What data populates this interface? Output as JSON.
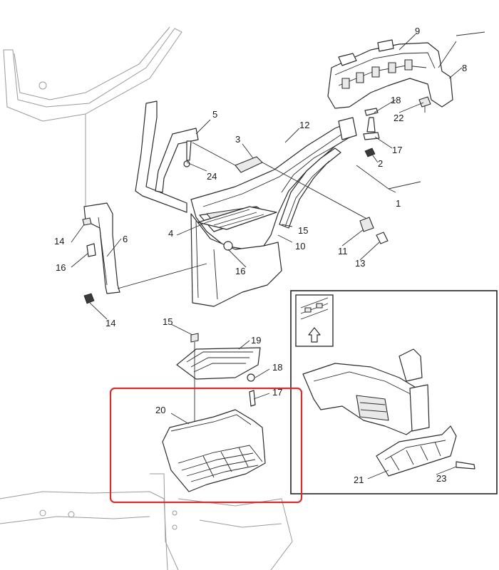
{
  "callouts": {
    "c1": "1",
    "c2": "2",
    "c3": "3",
    "c4": "4",
    "c5": "5",
    "c6": "6",
    "c8": "8",
    "c9": "9",
    "c10": "10",
    "c11": "11",
    "c12": "12",
    "c13": "13",
    "c14a": "14",
    "c14b": "14",
    "c15a": "15",
    "c15b": "15",
    "c16a": "16",
    "c16b": "16",
    "c17a": "17",
    "c17b": "17",
    "c18a": "18",
    "c18b": "18",
    "c19": "19",
    "c20": "20",
    "c21": "21",
    "c22": "22",
    "c23": "23",
    "c24": "24"
  },
  "highlight": {
    "color": "#d32f2f",
    "target_part": "20"
  },
  "inset": {
    "icon": "up-arrow-icon"
  }
}
